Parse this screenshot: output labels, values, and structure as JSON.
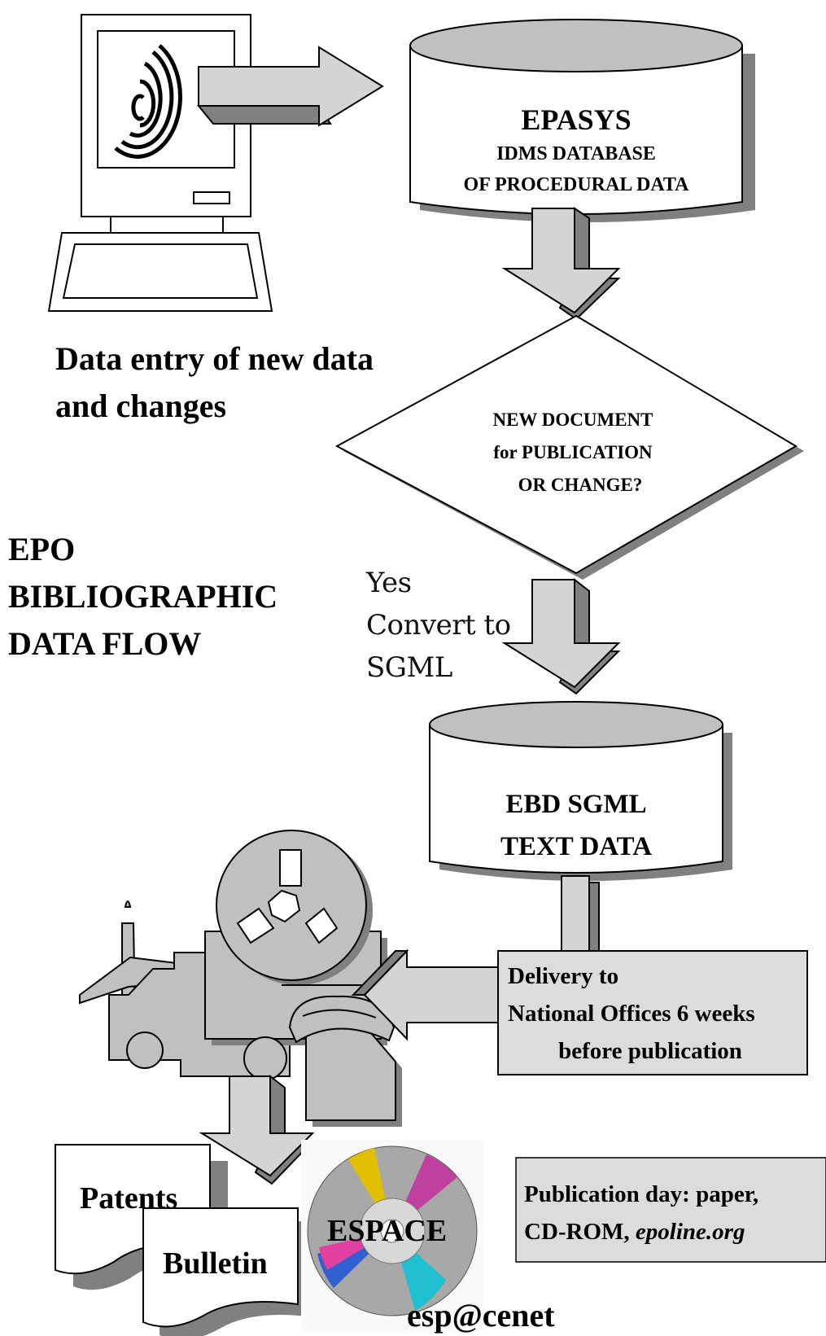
{
  "title": {
    "lines": [
      "EPO",
      "BIBLIOGRAPHIC",
      "DATA FLOW"
    ]
  },
  "data_entry": {
    "lines": [
      "Data entry of new data",
      "and changes"
    ]
  },
  "epasys": {
    "name": "EPASYS",
    "lines": [
      "IDMS DATABASE",
      "OF PROCEDURAL DATA"
    ]
  },
  "decision": {
    "lines": [
      "NEW DOCUMENT",
      "for PUBLICATION",
      "OR CHANGE?"
    ]
  },
  "yes_label": {
    "lines": [
      "Yes",
      "Convert to",
      "SGML"
    ]
  },
  "ebd": {
    "lines": [
      "EBD SGML",
      "TEXT DATA"
    ]
  },
  "delivery": {
    "lines": [
      "Delivery to",
      "National Offices 6 weeks",
      "before publication"
    ]
  },
  "outputs": {
    "patents": "Patents",
    "bulletin": "Bulletin",
    "espace": "ESPACE",
    "espacenet": "esp@cenet"
  },
  "publication": {
    "line1": "Publication day: paper,",
    "line2_plain": "CD-ROM, ",
    "line2_italic": "epoline.org"
  },
  "colors": {
    "shape_fill": "#c0c0c0",
    "arrow_fill": "#d4d4d4",
    "shadow": "#808080",
    "box_fill": "#dcdcdc",
    "stroke": "#000000"
  }
}
